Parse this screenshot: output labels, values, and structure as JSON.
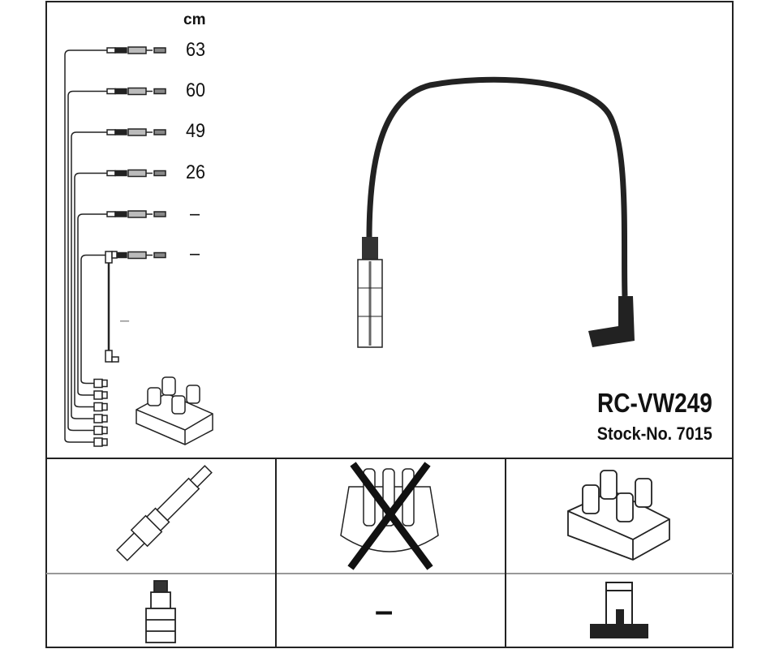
{
  "header": {
    "unit": "cm"
  },
  "leads": [
    {
      "length": "63"
    },
    {
      "length": "60"
    },
    {
      "length": "49"
    },
    {
      "length": "26"
    },
    {
      "length": "–"
    },
    {
      "length": "–"
    }
  ],
  "coil_lead": {
    "length": "–"
  },
  "product": {
    "code": "RC-VW249",
    "stock": "Stock-No. 7015"
  },
  "components": {
    "spark_plug": "spark-plug-icon",
    "distributor_cap": "distributor-cap-crossed-icon",
    "ignition_coil": "ignition-coil-icon",
    "plug_connector": "plug-connector-icon",
    "cap_connector": "–",
    "coil_connector": "coil-connector-icon"
  }
}
